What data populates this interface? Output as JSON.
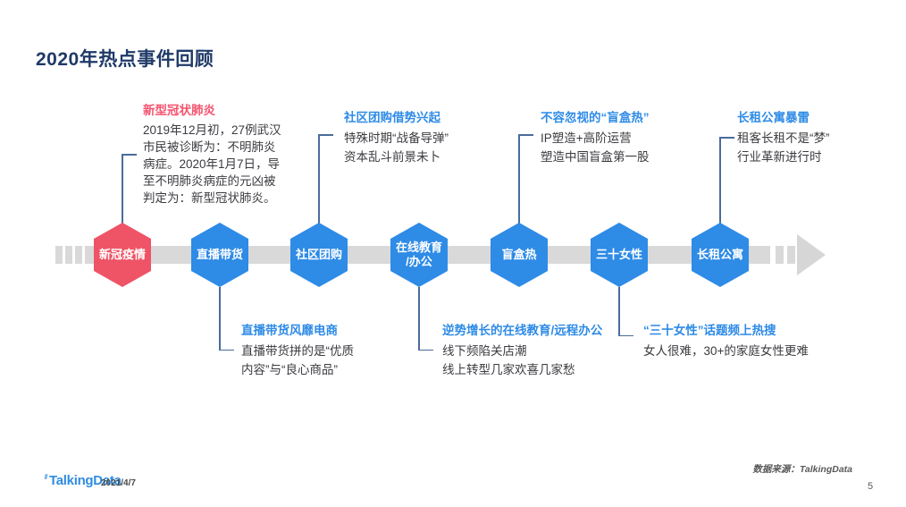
{
  "slide": {
    "title": "2020年热点事件回顾"
  },
  "timeline": {
    "nodes": [
      {
        "label": "新冠疫情"
      },
      {
        "label": "直播带货"
      },
      {
        "label": "社区团购"
      },
      {
        "label": "在线教育\n/办公"
      },
      {
        "label": "盲盒热"
      },
      {
        "label": "三十女性"
      },
      {
        "label": "长租公寓"
      }
    ]
  },
  "callouts": {
    "top": [
      {
        "title": "新型冠状肺炎",
        "lines": [
          "2019年12月初，27例武汉",
          "市民被诊断为：不明肺炎",
          "病症。2020年1月7日，导",
          "至不明肺炎病症的元凶被",
          "判定为：新型冠状肺炎。"
        ]
      },
      {
        "title": "社区团购借势兴起",
        "lines": [
          "特殊时期“战备导弹”",
          "资本乱斗前景未卜"
        ]
      },
      {
        "title": "不容忽视的“盲盒热”",
        "lines": [
          "IP塑造+高阶运营",
          "塑造中国盲盒第一股"
        ]
      },
      {
        "title": "长租公寓暴雷",
        "lines": [
          "租客长租不是“梦”",
          "行业革新进行时"
        ]
      }
    ],
    "bottom": [
      {
        "title": "直播带货风靡电商",
        "lines": [
          "直播带货拼的是“优质",
          "内容”与“良心商品”"
        ]
      },
      {
        "title": "逆势增长的在线教育/远程办公",
        "lines": [
          "线下频陷关店潮",
          "线上转型几家欢喜几家愁"
        ]
      },
      {
        "title": "“三十女性”话题频上热搜",
        "lines": [
          "女人很难，30+的家庭女性更难"
        ]
      }
    ]
  },
  "footer": {
    "logo": "TalkingData",
    "date": "2021/4/7",
    "source": "数据来源：TalkingData",
    "page": "5"
  },
  "colors": {
    "accent_red": "#EE5466",
    "accent_blue": "#2E8BE6",
    "title_navy": "#1F3A68",
    "timeline_gray": "#D9D9D9",
    "connector": "#4A6C9B"
  }
}
